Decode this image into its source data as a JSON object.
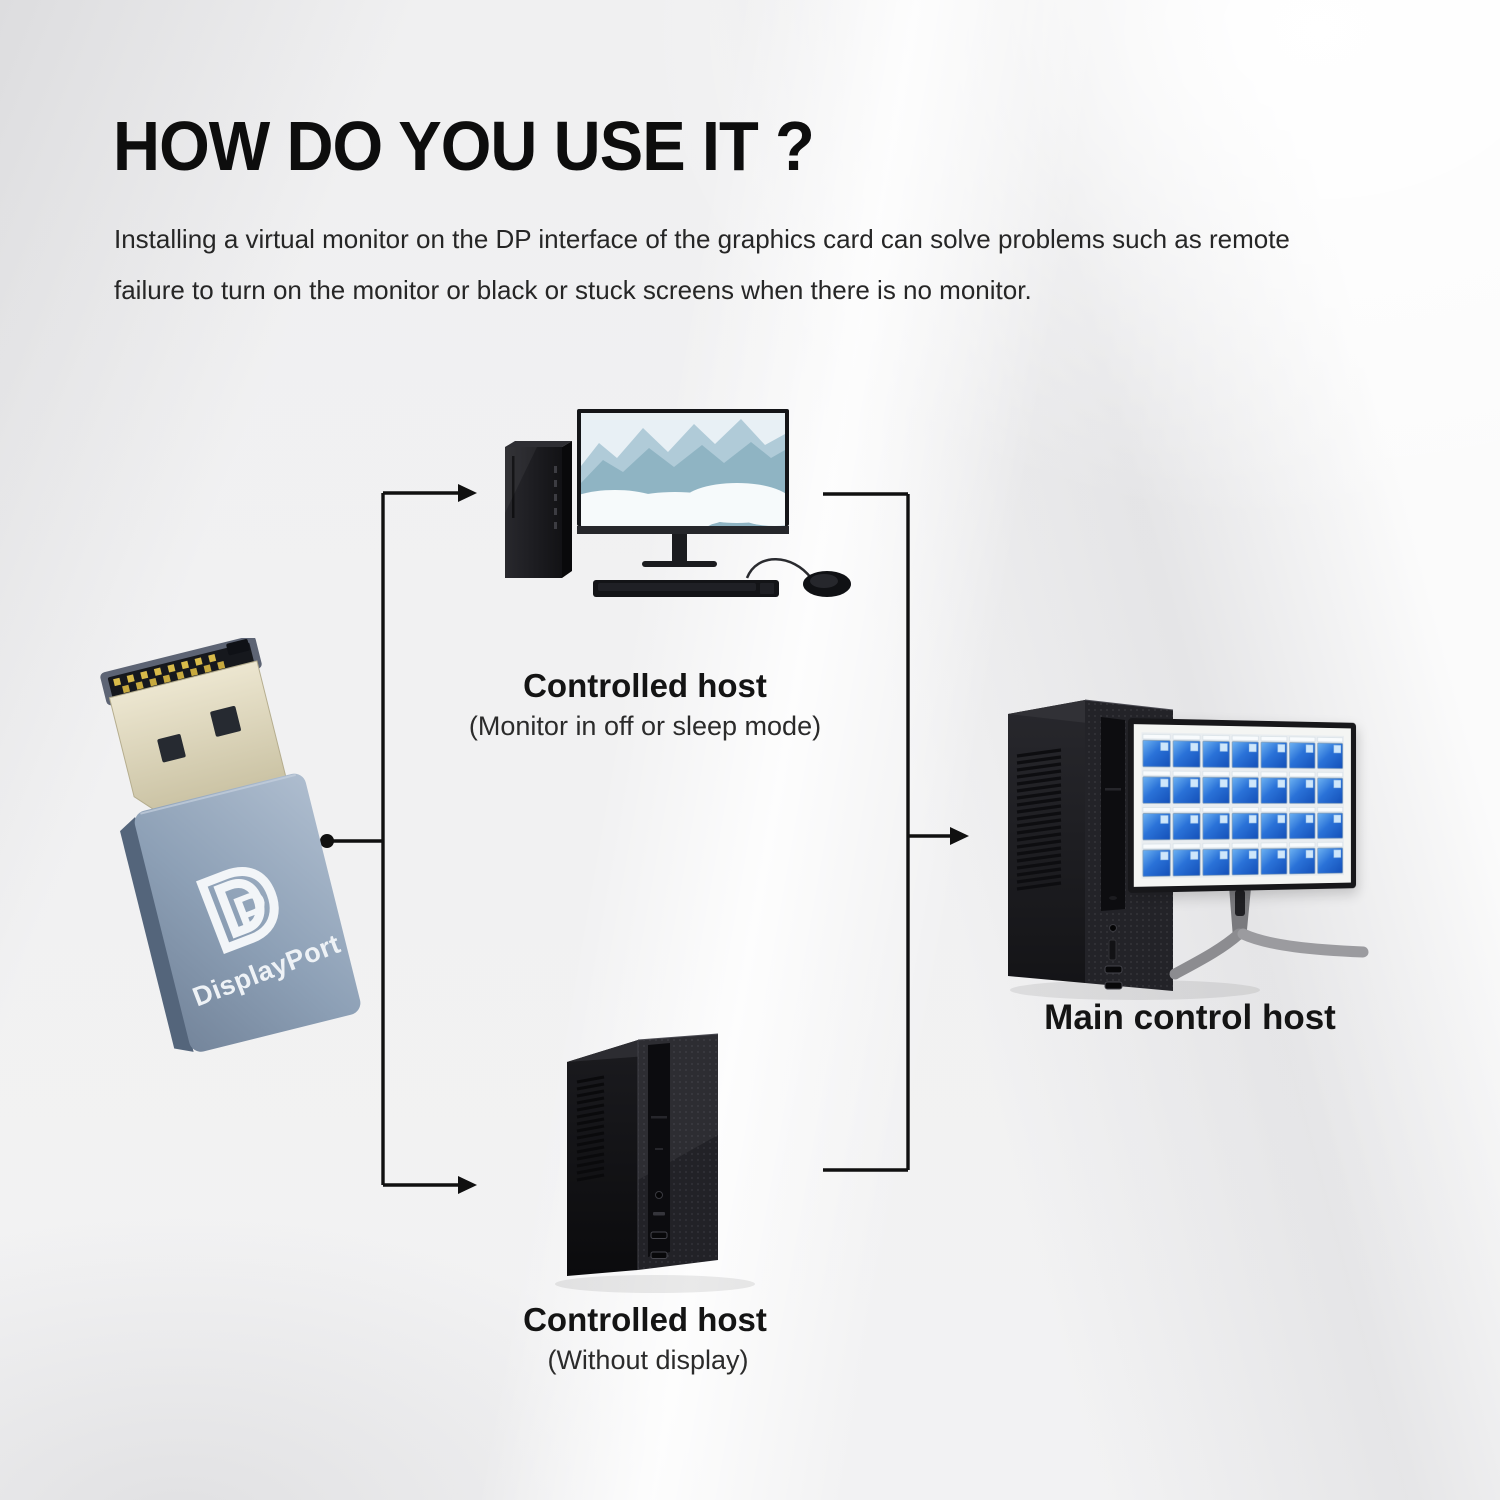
{
  "header": {
    "title": "HOW DO YOU USE IT ?",
    "description_lines": [
      "Installing a virtual monitor on the DP interface of the graphics card can solve problems such as remote",
      "failure to turn on the monitor or black or stuck screens when there is no monitor."
    ]
  },
  "adapter": {
    "icon": "displayport-dummy-plug",
    "brand_text": "DisplayPort",
    "logo_d": "D",
    "logo_p": "P"
  },
  "hosts": {
    "top": {
      "icon": "desktop-tower-with-monitor",
      "label": "Controlled host",
      "sublabel": "(Monitor in off or sleep mode)"
    },
    "bottom": {
      "icon": "desktop-tower-without-display",
      "label": "Controlled host",
      "sublabel": "(Without display)"
    },
    "main": {
      "icon": "tower-with-multi-window-monitor",
      "label": "Main control host"
    }
  },
  "colors": {
    "connection_line": "#101010",
    "adapter_body": "#8da0b6",
    "adapter_connector_gold": "#ddd6bd",
    "window_blue": "#2a72d8",
    "mountain_scene_sky": "#e8f0f5",
    "background": "#f0f0f1"
  }
}
